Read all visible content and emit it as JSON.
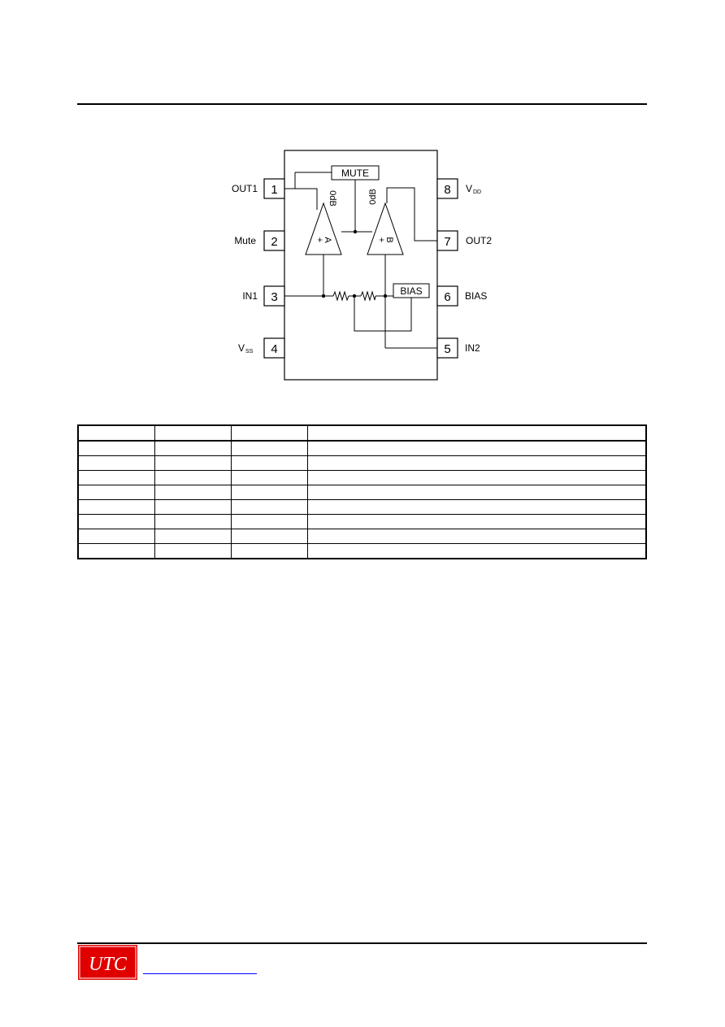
{
  "diagram": {
    "pins_left": [
      {
        "num": "1",
        "label": "OUT1"
      },
      {
        "num": "2",
        "label": "Mute"
      },
      {
        "num": "3",
        "label": "IN1"
      },
      {
        "num": "4",
        "label": "V",
        "sub": "SS"
      }
    ],
    "pins_right": [
      {
        "num": "8",
        "label": "V",
        "sub": "DD"
      },
      {
        "num": "7",
        "label": "OUT2"
      },
      {
        "num": "6",
        "label": "BIAS"
      },
      {
        "num": "5",
        "label": "IN2"
      }
    ],
    "mute_block": "MUTE",
    "bias_block": "BIAS",
    "amp_a": {
      "name": "A",
      "sign": "+",
      "gain": "0dB"
    },
    "amp_b": {
      "name": "B",
      "sign": "+",
      "gain": "0dB"
    }
  },
  "table": {
    "columns": 4,
    "rows": [
      [
        "",
        "",
        "",
        ""
      ],
      [
        "",
        "",
        "",
        ""
      ],
      [
        "",
        "",
        "",
        ""
      ],
      [
        "",
        "",
        "",
        ""
      ],
      [
        "",
        "",
        "",
        ""
      ],
      [
        "",
        "",
        "",
        ""
      ],
      [
        "",
        "",
        "",
        ""
      ],
      [
        "",
        "",
        "",
        ""
      ],
      [
        "",
        "",
        "",
        ""
      ]
    ]
  },
  "footer": {
    "logo_text": "UTC",
    "logo_color": "#e00000",
    "link_color": "#0000ff"
  }
}
